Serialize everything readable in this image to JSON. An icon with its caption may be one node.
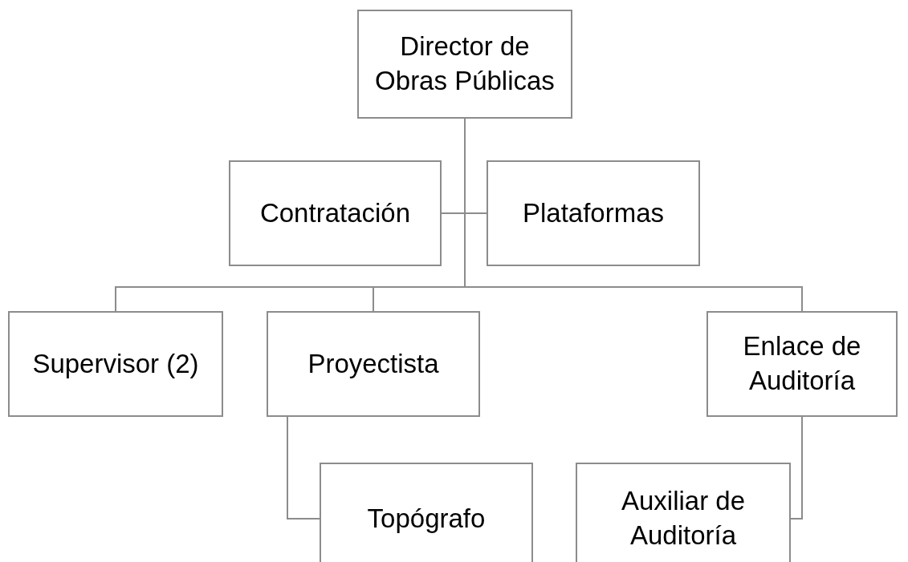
{
  "diagram": {
    "nodes": [
      {
        "text": [
          "Director de Obras Públicas"
        ]
      },
      {
        "text": [
          "Contratación"
        ]
      },
      {
        "text": [
          "Plataformas"
        ]
      },
      {
        "text": [
          "Supervisor (2)"
        ]
      },
      {
        "text": [
          "Proyectista"
        ]
      },
      {
        "text": [
          "Enlace de Auditoría"
        ]
      },
      {
        "text": [
          "Topógrafo"
        ]
      },
      {
        "text": [
          "Auxiliar de Auditoría"
        ]
      }
    ],
    "edges": [
      {
        "from": 0,
        "to": 1,
        "arrow": "none"
      },
      {
        "from": 0,
        "to": 2,
        "arrow": "none"
      },
      {
        "from": 0,
        "to": 3,
        "arrow": "none"
      },
      {
        "from": 0,
        "to": 4,
        "arrow": "none"
      },
      {
        "from": 0,
        "to": 5,
        "arrow": "none"
      },
      {
        "from": 4,
        "to": 6,
        "arrow": "none"
      },
      {
        "from": 5,
        "to": 7,
        "arrow": "none"
      }
    ]
  }
}
